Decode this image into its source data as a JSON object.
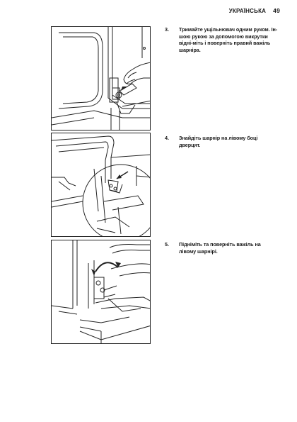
{
  "header": {
    "section": "УКРАЇНСЬКА",
    "page_number": "49"
  },
  "steps": [
    {
      "number": "3.",
      "text": "Тримайте ущільнювач одним руком. Ін-шою рукою за допомогою викрутки відні-міть і поверніть правий важіль шарніра."
    },
    {
      "number": "4.",
      "text": "Знайдіть шарнір на лівому боці дверцят."
    },
    {
      "number": "5.",
      "text": "Підніміть та поверніть важіль на лівому шарнірі."
    }
  ]
}
